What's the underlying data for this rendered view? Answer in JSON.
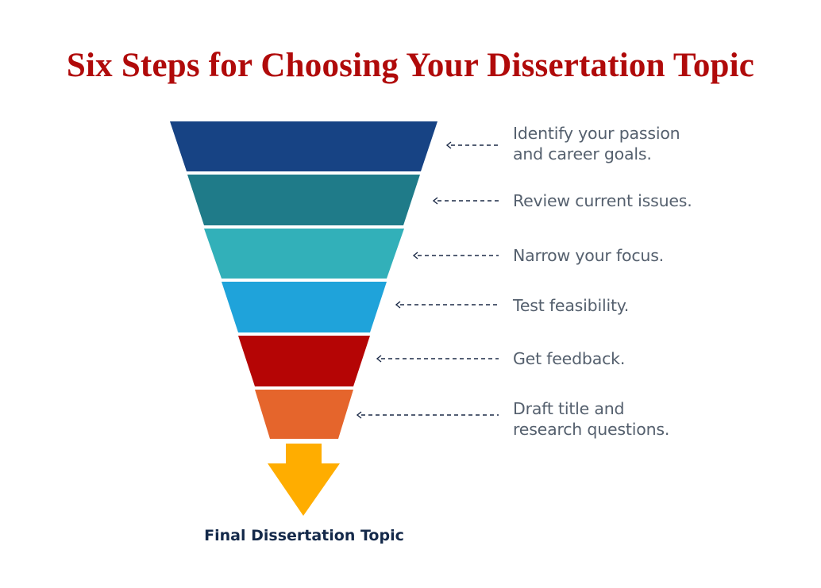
{
  "title": "Six Steps for Choosing Your Dissertation Topic",
  "steps": [
    {
      "label_line1": "Identify your passion",
      "label_line2": "and career goals.",
      "color": "#174384"
    },
    {
      "label_line1": "Review current issues.",
      "label_line2": "",
      "color": "#1f7b89"
    },
    {
      "label_line1": "Narrow your focus.",
      "label_line2": "",
      "color": "#32b0b9"
    },
    {
      "label_line1": "Test feasibility.",
      "label_line2": "",
      "color": "#1fa3da"
    },
    {
      "label_line1": "Get feedback.",
      "label_line2": "",
      "color": "#b50505"
    },
    {
      "label_line1": "Draft title and",
      "label_line2": "research questions.",
      "color": "#e5652c"
    }
  ],
  "arrow_color": "#ffad00",
  "final_label": "Final Dissertation Topic",
  "title_color": "#b00a0a"
}
